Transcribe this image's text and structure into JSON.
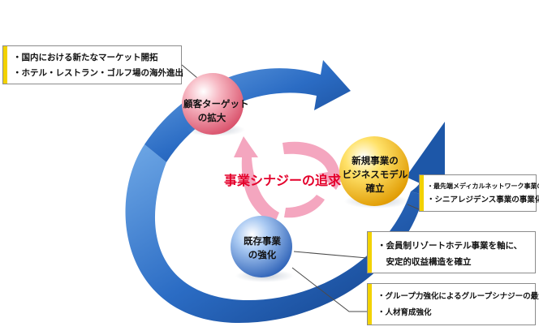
{
  "center_label": "事業シナジーの追求",
  "nodes": {
    "customer": {
      "line1": "顧客ターゲット",
      "line2": "の拡大"
    },
    "new_business": {
      "line1": "新規事業の",
      "line2": "ビジネスモデル",
      "line3": "確立"
    },
    "existing": {
      "line1": "既存事業",
      "line2": "の強化"
    }
  },
  "callouts": {
    "customer": [
      "・国内における新たなマーケット開拓",
      "・ホテル・レストラン・ゴルフ場の海外進出"
    ],
    "new_business": [
      "・最先端メディカルネットワーク事業の開発",
      "・シニアレジデンス事業の事業化"
    ],
    "existing_resort": [
      "・会員制リゾートホテル事業を軸に、",
      "　安定的収益構造を確立"
    ],
    "existing_group": [
      "・グループ力強化によるグループシナジーの最大化",
      "・人材育成強化"
    ]
  },
  "colors": {
    "arrow_blue": "#1e5fb4",
    "sphere_pink": "#e8788a",
    "sphere_gold": "#f0b400",
    "sphere_blue": "#3d74c8",
    "synergy_pink": "#f4a6bf",
    "synergy_text": "#e4002b",
    "callout_marker": "#f2d200"
  }
}
